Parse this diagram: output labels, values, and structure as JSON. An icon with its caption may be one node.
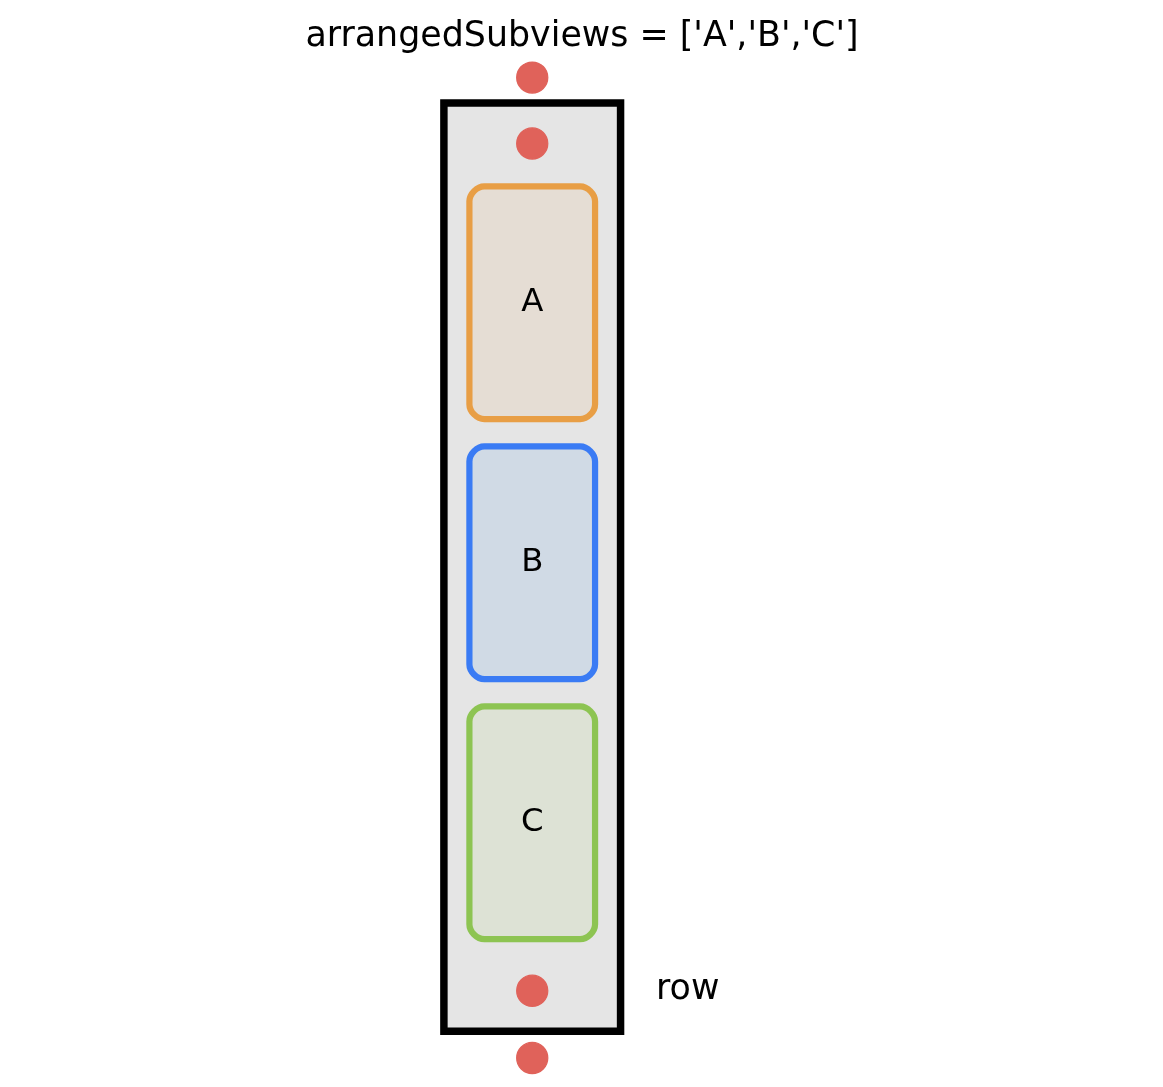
{
  "diagram": {
    "title": "arrangedSubviews = ['A','B','C']",
    "nodes": [
      {
        "text": [],
        "shape": "box"
      },
      {
        "text": [],
        "shape": "circle"
      },
      {
        "text": [],
        "shape": "circle",
        "in": 0
      },
      {
        "text": [
          "A"
        ],
        "in": 0
      },
      {
        "text": [
          "B"
        ],
        "in": 0
      },
      {
        "text": [
          "C"
        ],
        "in": 0
      },
      {
        "text": [],
        "shape": "circle",
        "in": 0
      },
      {
        "text": [],
        "shape": "circle"
      }
    ],
    "edges": [],
    "labels": [
      "row"
    ]
  }
}
